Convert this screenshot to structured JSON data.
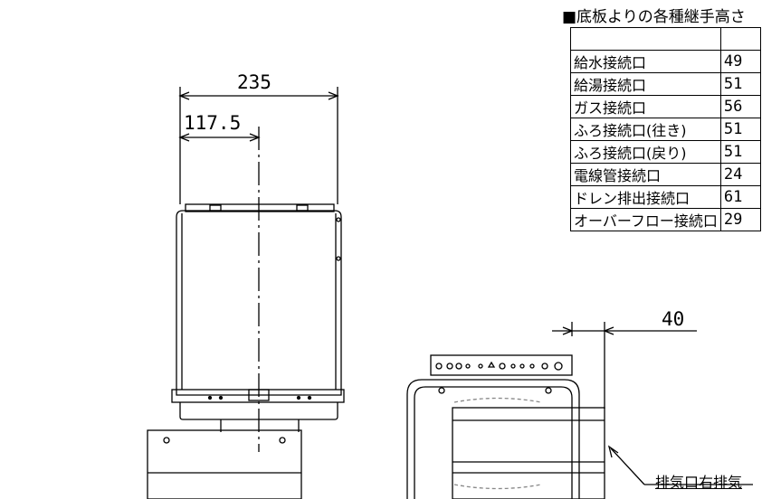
{
  "table": {
    "title": "■底板よりの各種継手高さ",
    "rows": [
      {
        "name": "給水接続口",
        "value": "49"
      },
      {
        "name": "給湯接続口",
        "value": "51"
      },
      {
        "name": "ガス接続口",
        "value": "56"
      },
      {
        "name": "ふろ接続口(往き)",
        "value": "51"
      },
      {
        "name": "ふろ接続口(戻り)",
        "value": "51"
      },
      {
        "name": "電線管接続口",
        "value": "24"
      },
      {
        "name": "ドレン排出接続口",
        "value": "61"
      },
      {
        "name": "オーバーフロー接続口",
        "value": "29"
      }
    ]
  },
  "dimensions": {
    "width_total": "235",
    "width_center": "117.5",
    "side_offset": "40"
  },
  "labels": {
    "exhaust_note": "排気口右排気"
  }
}
